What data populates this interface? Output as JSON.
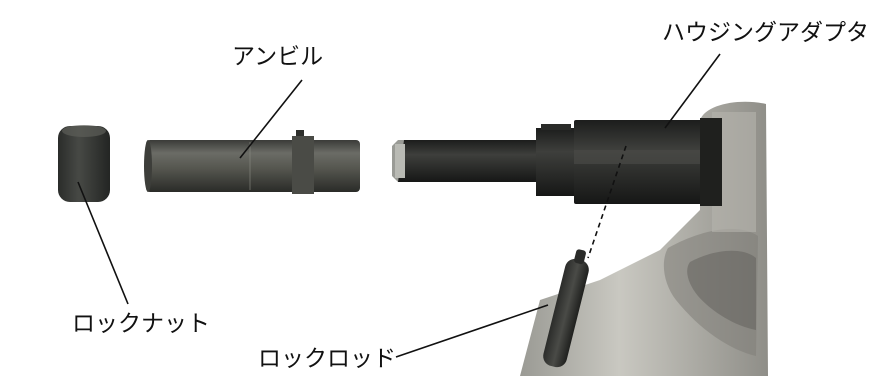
{
  "labels": {
    "housing_adapter": "ハウジングアダプタ",
    "anvil": "アンビル",
    "lock_nut": "ロックナット",
    "lock_rod": "ロックロッド"
  }
}
